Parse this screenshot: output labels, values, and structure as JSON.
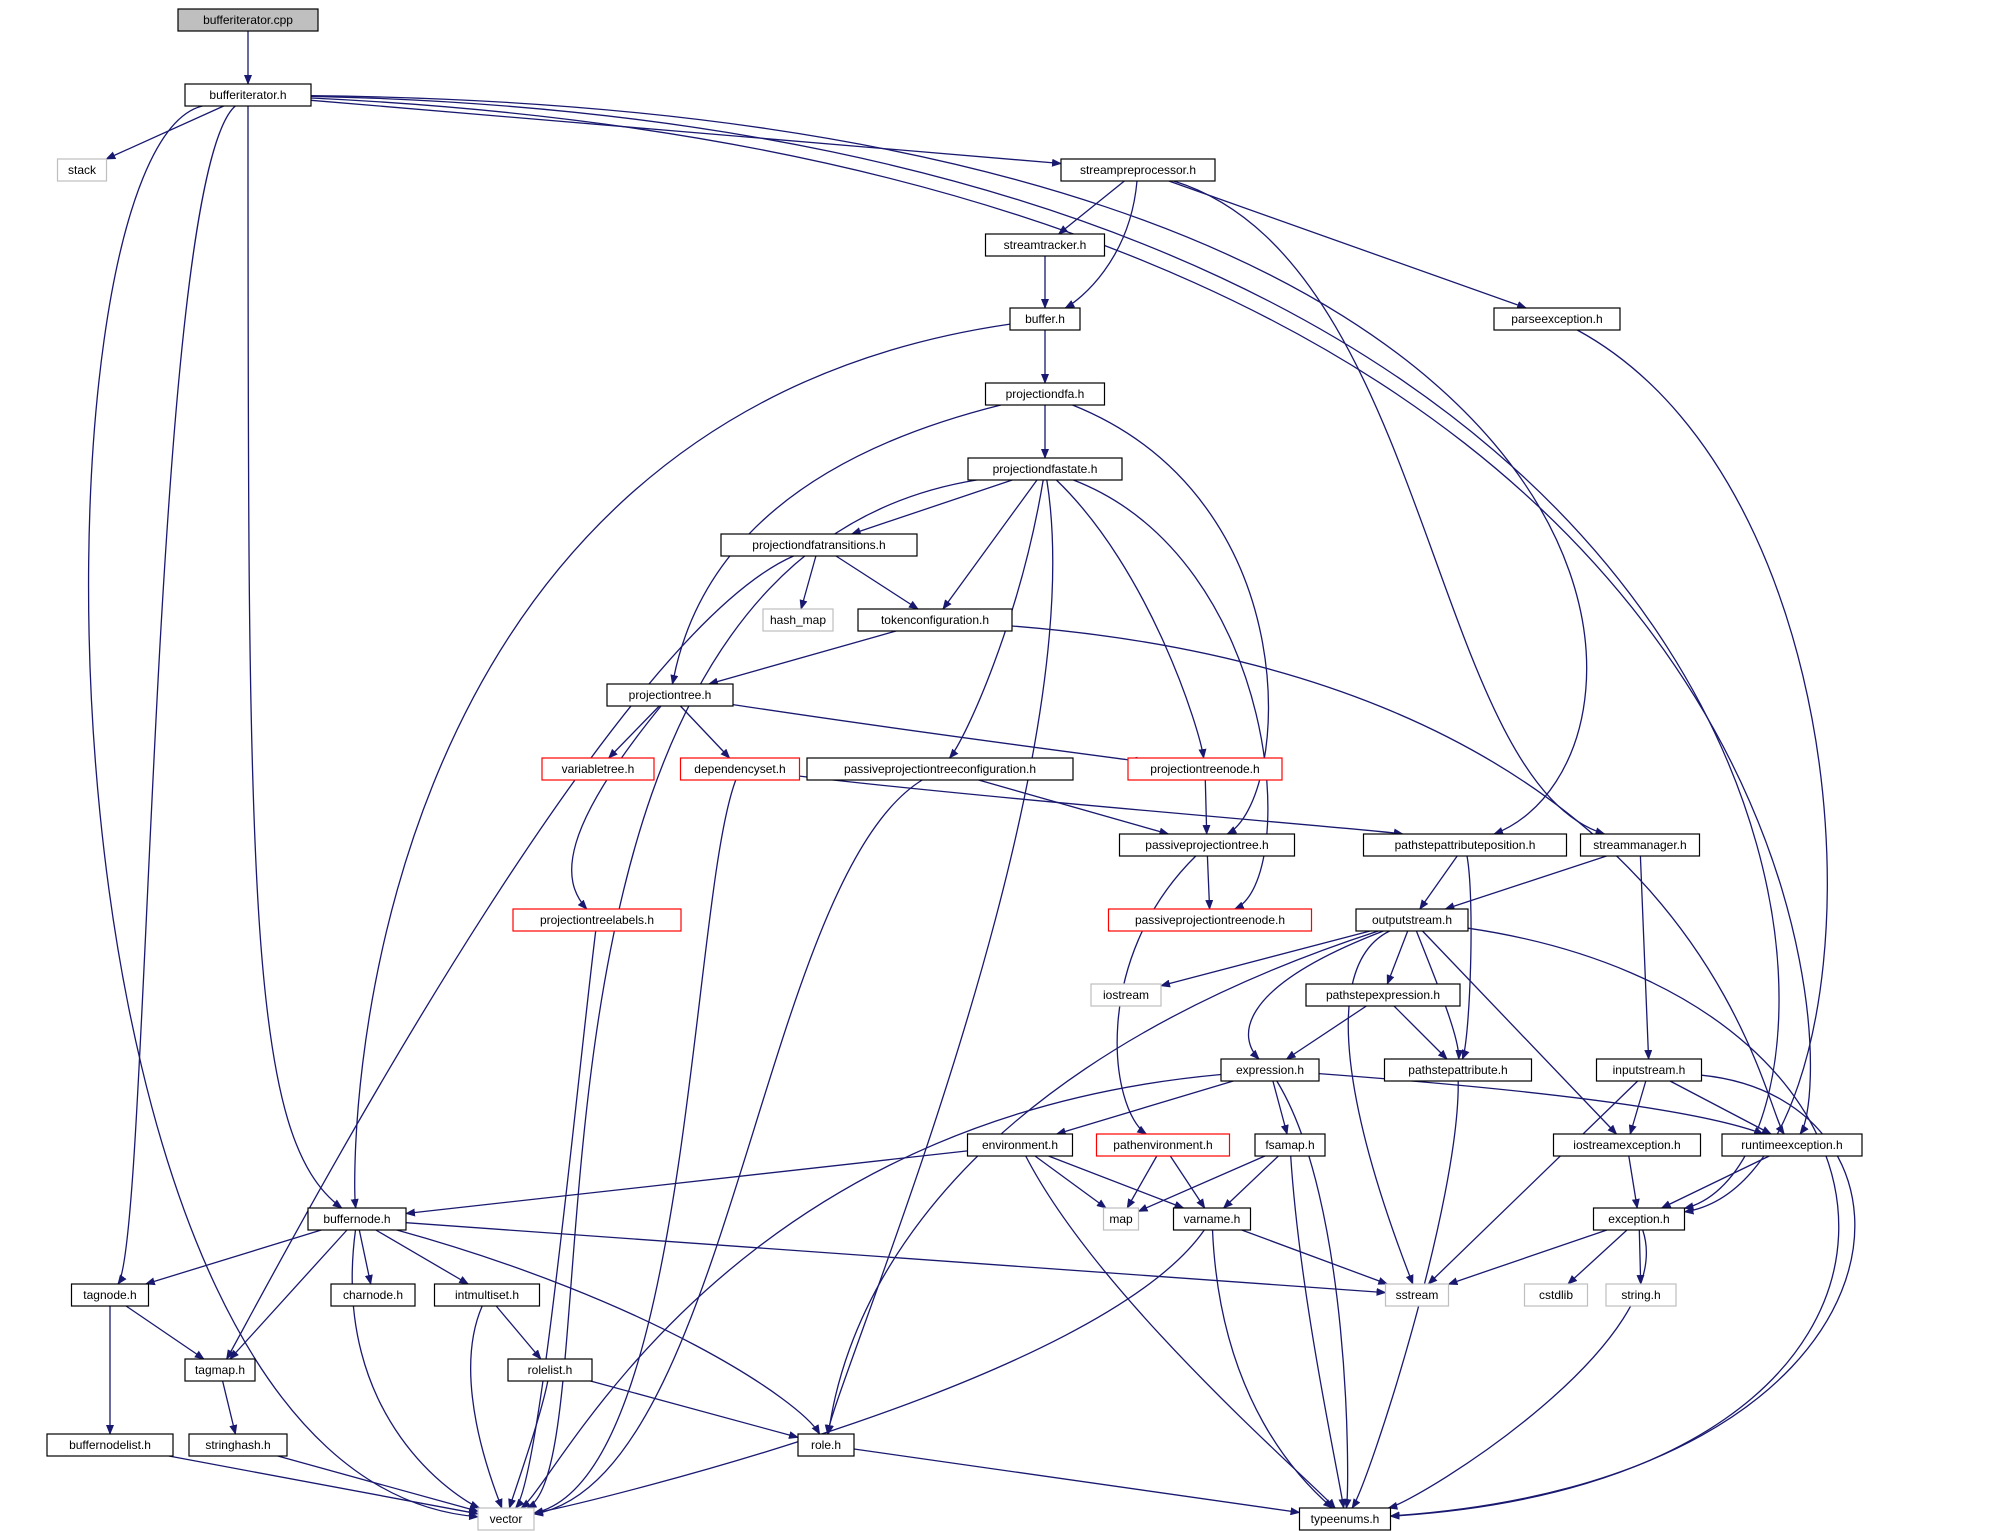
{
  "graph": {
    "colors": {
      "edge": "#191970",
      "box_border": "#000000",
      "missing_box_border": "#ff0000",
      "system_box_border": "#bfbfbf",
      "root_fill": "#bfbfbf",
      "box_fill": "#ffffff"
    },
    "nodes": [
      {
        "id": "root",
        "label": "bufferiterator.cpp",
        "kind": "root"
      },
      {
        "id": "bufiter_h",
        "label": "bufferiterator.h",
        "kind": "normal"
      },
      {
        "id": "stack",
        "label": "stack",
        "kind": "system"
      },
      {
        "id": "streampre",
        "label": "streampreprocessor.h",
        "kind": "normal"
      },
      {
        "id": "streamtracker",
        "label": "streamtracker.h",
        "kind": "normal"
      },
      {
        "id": "buffer",
        "label": "buffer.h",
        "kind": "normal"
      },
      {
        "id": "parseexc",
        "label": "parseexception.h",
        "kind": "normal"
      },
      {
        "id": "pdfa",
        "label": "projectiondfa.h",
        "kind": "normal"
      },
      {
        "id": "pdfastate",
        "label": "projectiondfastate.h",
        "kind": "normal"
      },
      {
        "id": "pdfatrans",
        "label": "projectiondfatransitions.h",
        "kind": "normal"
      },
      {
        "id": "hashmap",
        "label": "hash_map",
        "kind": "system"
      },
      {
        "id": "tokenconf",
        "label": "tokenconfiguration.h",
        "kind": "normal"
      },
      {
        "id": "projtree",
        "label": "projectiontree.h",
        "kind": "normal"
      },
      {
        "id": "vartree",
        "label": "variabletree.h",
        "kind": "missing"
      },
      {
        "id": "depset",
        "label": "dependencyset.h",
        "kind": "missing"
      },
      {
        "id": "passconf",
        "label": "passiveprojectiontreeconfiguration.h",
        "kind": "normal"
      },
      {
        "id": "projnode",
        "label": "projectiontreenode.h",
        "kind": "missing"
      },
      {
        "id": "passtree",
        "label": "passiveprojectiontree.h",
        "kind": "normal"
      },
      {
        "id": "psap",
        "label": "pathstepattributeposition.h",
        "kind": "normal"
      },
      {
        "id": "streammgr",
        "label": "streammanager.h",
        "kind": "normal"
      },
      {
        "id": "projlabels",
        "label": "projectiontreelabels.h",
        "kind": "missing"
      },
      {
        "id": "passnode",
        "label": "passiveprojectiontreenode.h",
        "kind": "missing"
      },
      {
        "id": "outstream",
        "label": "outputstream.h",
        "kind": "normal"
      },
      {
        "id": "iostream",
        "label": "iostream",
        "kind": "system"
      },
      {
        "id": "pathexpr",
        "label": "pathstepexpression.h",
        "kind": "normal"
      },
      {
        "id": "expr",
        "label": "expression.h",
        "kind": "normal"
      },
      {
        "id": "psattr",
        "label": "pathstepattribute.h",
        "kind": "normal"
      },
      {
        "id": "instream",
        "label": "inputstream.h",
        "kind": "normal"
      },
      {
        "id": "env",
        "label": "environment.h",
        "kind": "normal"
      },
      {
        "id": "pathenv",
        "label": "pathenvironment.h",
        "kind": "missing"
      },
      {
        "id": "fsamap",
        "label": "fsamap.h",
        "kind": "normal"
      },
      {
        "id": "ioexc",
        "label": "iostreamexception.h",
        "kind": "normal"
      },
      {
        "id": "rtexc",
        "label": "runtimeexception.h",
        "kind": "normal"
      },
      {
        "id": "bufnode",
        "label": "buffernode.h",
        "kind": "normal"
      },
      {
        "id": "map",
        "label": "map",
        "kind": "system"
      },
      {
        "id": "varname",
        "label": "varname.h",
        "kind": "normal"
      },
      {
        "id": "exception",
        "label": "exception.h",
        "kind": "normal"
      },
      {
        "id": "tagnode",
        "label": "tagnode.h",
        "kind": "normal"
      },
      {
        "id": "charnode",
        "label": "charnode.h",
        "kind": "normal"
      },
      {
        "id": "intmulti",
        "label": "intmultiset.h",
        "kind": "normal"
      },
      {
        "id": "sstream",
        "label": "sstream",
        "kind": "system"
      },
      {
        "id": "cstdlib",
        "label": "cstdlib",
        "kind": "system"
      },
      {
        "id": "stringh",
        "label": "string.h",
        "kind": "system"
      },
      {
        "id": "tagmap",
        "label": "tagmap.h",
        "kind": "normal"
      },
      {
        "id": "rolelist",
        "label": "rolelist.h",
        "kind": "normal"
      },
      {
        "id": "bufnodelist",
        "label": "buffernodelist.h",
        "kind": "normal"
      },
      {
        "id": "stringhash",
        "label": "stringhash.h",
        "kind": "normal"
      },
      {
        "id": "role",
        "label": "role.h",
        "kind": "normal"
      },
      {
        "id": "vector",
        "label": "vector",
        "kind": "system"
      },
      {
        "id": "typeenums",
        "label": "typeenums.h",
        "kind": "normal"
      }
    ],
    "edges": [
      [
        "root",
        "bufiter_h"
      ],
      [
        "bufiter_h",
        "stack"
      ],
      [
        "bufiter_h",
        "streampre"
      ],
      [
        "bufiter_h",
        "psap"
      ],
      [
        "bufiter_h",
        "rtexc"
      ],
      [
        "bufiter_h",
        "exception"
      ],
      [
        "bufiter_h",
        "bufnode"
      ],
      [
        "bufiter_h",
        "tagnode"
      ],
      [
        "bufiter_h",
        "vector"
      ],
      [
        "streampre",
        "streamtracker"
      ],
      [
        "streampre",
        "buffer"
      ],
      [
        "streampre",
        "parseexc"
      ],
      [
        "streampre",
        "streammgr"
      ],
      [
        "streamtracker",
        "buffer"
      ],
      [
        "buffer",
        "pdfa"
      ],
      [
        "buffer",
        "bufnode"
      ],
      [
        "parseexc",
        "exception"
      ],
      [
        "pdfa",
        "pdfastate"
      ],
      [
        "pdfa",
        "projtree"
      ],
      [
        "pdfa",
        "passtree"
      ],
      [
        "pdfastate",
        "pdfatrans"
      ],
      [
        "pdfastate",
        "tokenconf"
      ],
      [
        "pdfastate",
        "passconf"
      ],
      [
        "pdfastate",
        "projnode"
      ],
      [
        "pdfastate",
        "passnode"
      ],
      [
        "pdfastate",
        "role"
      ],
      [
        "pdfastate",
        "vector"
      ],
      [
        "pdfatrans",
        "hashmap"
      ],
      [
        "pdfatrans",
        "tokenconf"
      ],
      [
        "pdfatrans",
        "tagmap"
      ],
      [
        "tokenconf",
        "projtree"
      ],
      [
        "tokenconf",
        "rtexc"
      ],
      [
        "projtree",
        "vartree"
      ],
      [
        "projtree",
        "depset"
      ],
      [
        "projtree",
        "projnode"
      ],
      [
        "projtree",
        "projlabels"
      ],
      [
        "depset",
        "psap"
      ],
      [
        "depset",
        "vector"
      ],
      [
        "passconf",
        "passtree"
      ],
      [
        "passconf",
        "vector"
      ],
      [
        "projnode",
        "passtree"
      ],
      [
        "passtree",
        "passnode"
      ],
      [
        "passtree",
        "pathenv"
      ],
      [
        "projlabels",
        "vector"
      ],
      [
        "psap",
        "outstream"
      ],
      [
        "psap",
        "psattr"
      ],
      [
        "streammgr",
        "outstream"
      ],
      [
        "streammgr",
        "instream"
      ],
      [
        "outstream",
        "iostream"
      ],
      [
        "outstream",
        "pathexpr"
      ],
      [
        "outstream",
        "expr"
      ],
      [
        "outstream",
        "psattr"
      ],
      [
        "outstream",
        "ioexc"
      ],
      [
        "outstream",
        "sstream"
      ],
      [
        "outstream",
        "role"
      ],
      [
        "outstream",
        "typeenums"
      ],
      [
        "pathexpr",
        "expr"
      ],
      [
        "pathexpr",
        "psattr"
      ],
      [
        "expr",
        "env"
      ],
      [
        "expr",
        "fsamap"
      ],
      [
        "expr",
        "rtexc"
      ],
      [
        "expr",
        "typeenums"
      ],
      [
        "expr",
        "vector"
      ],
      [
        "psattr",
        "typeenums"
      ],
      [
        "instream",
        "ioexc"
      ],
      [
        "instream",
        "rtexc"
      ],
      [
        "instream",
        "sstream"
      ],
      [
        "instream",
        "typeenums"
      ],
      [
        "env",
        "bufnode"
      ],
      [
        "env",
        "map"
      ],
      [
        "env",
        "varname"
      ],
      [
        "env",
        "typeenums"
      ],
      [
        "pathenv",
        "map"
      ],
      [
        "pathenv",
        "varname"
      ],
      [
        "fsamap",
        "map"
      ],
      [
        "fsamap",
        "varname"
      ],
      [
        "fsamap",
        "typeenums"
      ],
      [
        "ioexc",
        "exception"
      ],
      [
        "rtexc",
        "exception"
      ],
      [
        "bufnode",
        "tagnode"
      ],
      [
        "bufnode",
        "charnode"
      ],
      [
        "bufnode",
        "intmulti"
      ],
      [
        "bufnode",
        "tagmap"
      ],
      [
        "bufnode",
        "role"
      ],
      [
        "bufnode",
        "sstream"
      ],
      [
        "bufnode",
        "vector"
      ],
      [
        "varname",
        "sstream"
      ],
      [
        "varname",
        "typeenums"
      ],
      [
        "varname",
        "vector"
      ],
      [
        "exception",
        "sstream"
      ],
      [
        "exception",
        "cstdlib"
      ],
      [
        "exception",
        "stringh"
      ],
      [
        "exception",
        "typeenums"
      ],
      [
        "tagnode",
        "tagmap"
      ],
      [
        "tagnode",
        "bufnodelist"
      ],
      [
        "intmulti",
        "rolelist"
      ],
      [
        "intmulti",
        "vector"
      ],
      [
        "rolelist",
        "role"
      ],
      [
        "rolelist",
        "vector"
      ],
      [
        "tagmap",
        "stringhash"
      ],
      [
        "bufnodelist",
        "vector"
      ],
      [
        "stringhash",
        "vector"
      ],
      [
        "role",
        "typeenums"
      ]
    ]
  }
}
